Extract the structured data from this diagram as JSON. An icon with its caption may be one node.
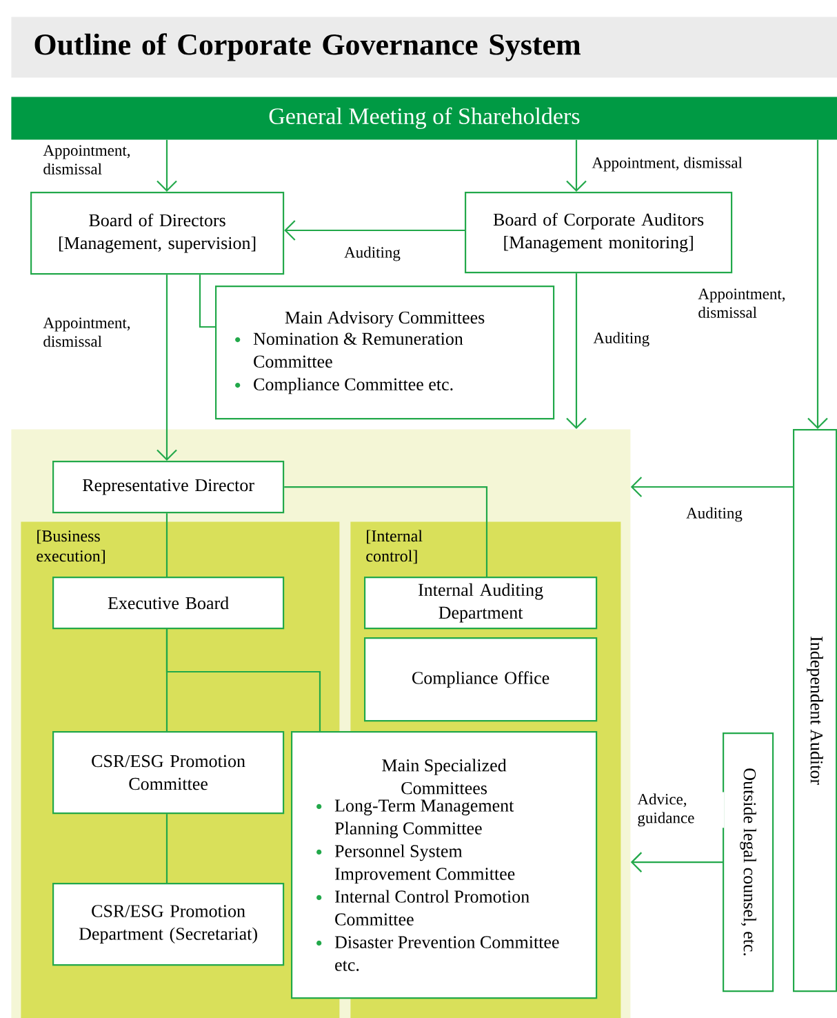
{
  "diagram": {
    "title": "Outline of Corporate Governance System",
    "nodes": [
      {
        "text": [
          "General Meeting of Shareholders"
        ]
      },
      {
        "text": [
          "Board of Directors",
          "[Management, supervision]"
        ]
      },
      {
        "text": [
          "Board of Corporate Auditors",
          "[Management monitoring]"
        ]
      },
      {
        "text": [
          "Main Advisory Committees",
          "Nomination & Remuneration Committee",
          "Compliance Committee etc."
        ]
      },
      {
        "text": [],
        "shape": "box"
      },
      {
        "text": [
          "Representative Director"
        ],
        "in": 4
      },
      {
        "text": [
          "[Business execution]"
        ],
        "in": 4
      },
      {
        "text": [
          "Executive Board"
        ],
        "in": 6
      },
      {
        "text": [
          "CSR/ESG Promotion Committee"
        ],
        "in": 6
      },
      {
        "text": [
          "CSR/ESG Promotion Department (Secretariat)"
        ],
        "in": 6
      },
      {
        "text": [
          "[Internal control]"
        ],
        "in": 4
      },
      {
        "text": [
          "Internal Auditing Department"
        ],
        "in": 10
      },
      {
        "text": [
          "Compliance Office"
        ],
        "in": 10
      },
      {
        "text": [
          "Main Specialized Committees",
          "Long-Term Management Planning Committee",
          "Personnel System Improvement Committee",
          "Internal Control Promotion Committee",
          "Disaster Prevention Committee etc."
        ],
        "in": 4
      },
      {
        "text": [
          "Independent Auditor"
        ]
      },
      {
        "text": [
          "Outside legal counsel, etc."
        ]
      }
    ],
    "edges": [
      {
        "from": 0,
        "to": 1,
        "arrow": "to",
        "label": "Appointment, dismissal"
      },
      {
        "from": 0,
        "to": 2,
        "arrow": "to",
        "label": "Appointment, dismissal"
      },
      {
        "from": 0,
        "to": 14,
        "arrow": "to",
        "label": "Appointment, dismissal"
      },
      {
        "from": 2,
        "to": 1,
        "arrow": "to",
        "label": "Auditing"
      },
      {
        "from": 1,
        "to": 3,
        "arrow": "none"
      },
      {
        "from": 1,
        "to": 5,
        "arrow": "to",
        "label": "Appointment, dismissal"
      },
      {
        "from": 2,
        "to": 4,
        "arrow": "to",
        "label": "Auditing"
      },
      {
        "from": 14,
        "to": 4,
        "arrow": "to",
        "label": "Auditing"
      },
      {
        "from": 5,
        "to": 11,
        "arrow": "none"
      },
      {
        "from": 5,
        "to": 7,
        "arrow": "none"
      },
      {
        "from": 7,
        "to": 8,
        "arrow": "none"
      },
      {
        "from": 7,
        "to": 13,
        "arrow": "none"
      },
      {
        "from": 8,
        "to": 9,
        "arrow": "none"
      },
      {
        "from": 15,
        "to": 4,
        "arrow": "to",
        "label": "Advice, guidance"
      }
    ]
  }
}
